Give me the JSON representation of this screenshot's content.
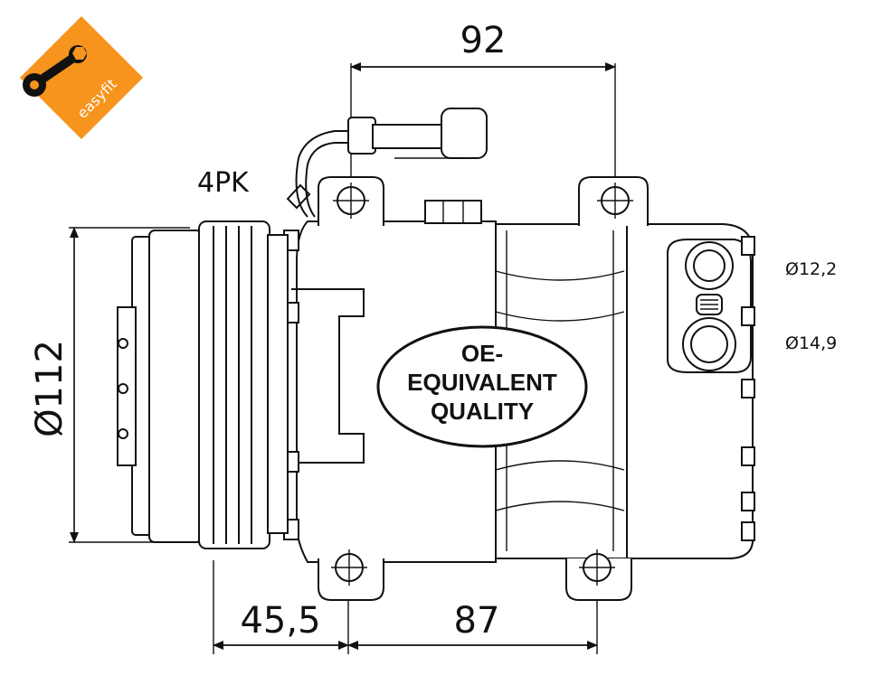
{
  "logo": {
    "text": "easyfit",
    "color": "#f7941d"
  },
  "dimensions": {
    "width_top": "92",
    "belt": "4PK",
    "pulley_diameter": "Ø112",
    "pulley_offset": "45,5",
    "mount_spacing": "87",
    "port_small": "Ø12,2",
    "port_large": "Ø14,9"
  },
  "badge": {
    "line1": "OE-",
    "line2": "EQUIVALENT",
    "line3": "QUALITY"
  }
}
